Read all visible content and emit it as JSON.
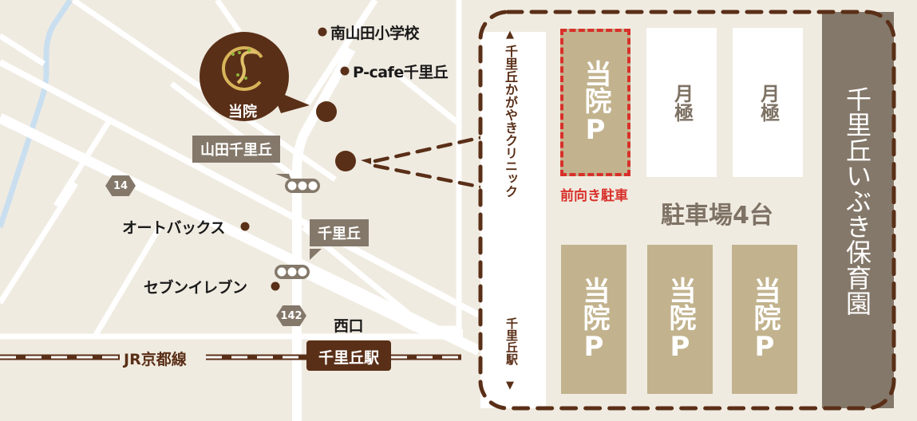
{
  "colors": {
    "background": "#f0ebe1",
    "road": "#ffffff",
    "river": "#c9dff0",
    "brand_brown": "#5a2f17",
    "label_gray": "#84786a",
    "own_parking": "#c2b38e",
    "highlight_red": "#d8302a"
  },
  "clinic_marker": {
    "label": "当院",
    "logo_icon": "ornate-s-logo-icon"
  },
  "points_of_interest": [
    {
      "name": "南山田小学校"
    },
    {
      "name": "P-cafe千里丘"
    },
    {
      "name": "オートバックス"
    },
    {
      "name": "セブンイレブン"
    },
    {
      "name": "西口"
    }
  ],
  "bus_stops": [
    {
      "name": "山田千里丘"
    },
    {
      "name": "千里丘"
    }
  ],
  "routes": [
    {
      "number": "14"
    },
    {
      "number": "142"
    }
  ],
  "railway": {
    "line": "JR京都線",
    "station": "千里丘駅"
  },
  "detail": {
    "road_north_label": "千里丘かがやきクリニック",
    "road_south_label": "千里丘駅",
    "arrow_up": "▲",
    "arrow_down": "▼",
    "neighbor_building": "千里丘いぶき保育園",
    "parking_total": "駐車場4台",
    "front_parking_note": "前向き駐車",
    "spots": [
      {
        "label": "当院P",
        "type": "own",
        "highlighted": true
      },
      {
        "label": "月極",
        "type": "monthly"
      },
      {
        "label": "月極",
        "type": "monthly"
      },
      {
        "label": "当院P",
        "type": "own"
      },
      {
        "label": "当院P",
        "type": "own"
      },
      {
        "label": "当院P",
        "type": "own"
      }
    ]
  }
}
